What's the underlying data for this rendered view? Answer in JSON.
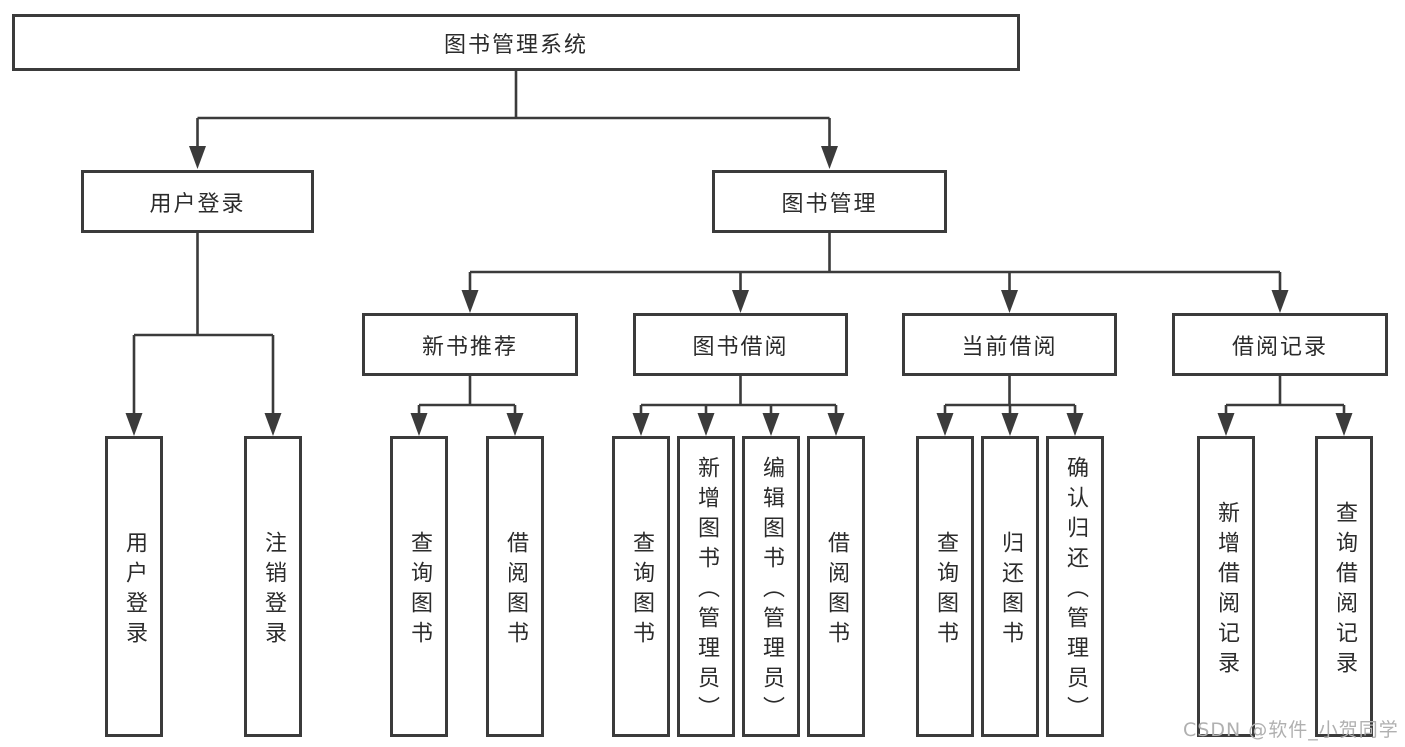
{
  "diagram_type": "hierarchy-tree",
  "colors": {
    "line": "#3b3b3b",
    "text": "#2b2b2b",
    "background": "#ffffff",
    "watermark": "#b0b0b0"
  },
  "watermark": {
    "text": "CSDN @软件_小贺同学"
  },
  "tree": {
    "label": "图书管理系统",
    "children": [
      {
        "label": "用户登录",
        "children": [
          {
            "label": "用户登录"
          },
          {
            "label": "注销登录"
          }
        ]
      },
      {
        "label": "图书管理",
        "children": [
          {
            "label": "新书推荐",
            "children": [
              {
                "label": "查询图书"
              },
              {
                "label": "借阅图书"
              }
            ]
          },
          {
            "label": "图书借阅",
            "children": [
              {
                "label": "查询图书"
              },
              {
                "label": "新增图书（管理员）"
              },
              {
                "label": "编辑图书（管理员）"
              },
              {
                "label": "借阅图书"
              }
            ]
          },
          {
            "label": "当前借阅",
            "children": [
              {
                "label": "查询图书"
              },
              {
                "label": "归还图书"
              },
              {
                "label": "确认归还（管理员）"
              }
            ]
          },
          {
            "label": "借阅记录",
            "children": [
              {
                "label": "新增借阅记录"
              },
              {
                "label": "查询借阅记录"
              }
            ]
          }
        ]
      }
    ]
  }
}
